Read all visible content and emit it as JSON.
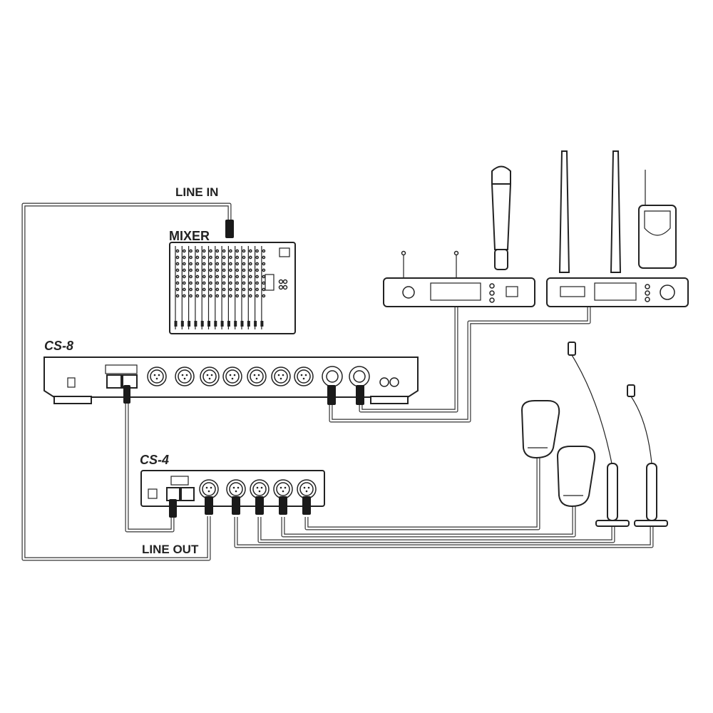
{
  "labels": {
    "line_in": "LINE IN",
    "mixer": "MIXER",
    "cs8": "CS-8",
    "cs4": "CS-4",
    "line_out": "LINE OUT"
  },
  "colors": {
    "line": "#222222",
    "cable_outline": "#333333",
    "background": "#ffffff"
  },
  "icons": [
    "handheld-microphone-icon",
    "antenna-icon",
    "bodypack-transmitter-icon",
    "boundary-microphone-icon",
    "gooseneck-microphone-icon",
    "xlr-connector-icon"
  ]
}
